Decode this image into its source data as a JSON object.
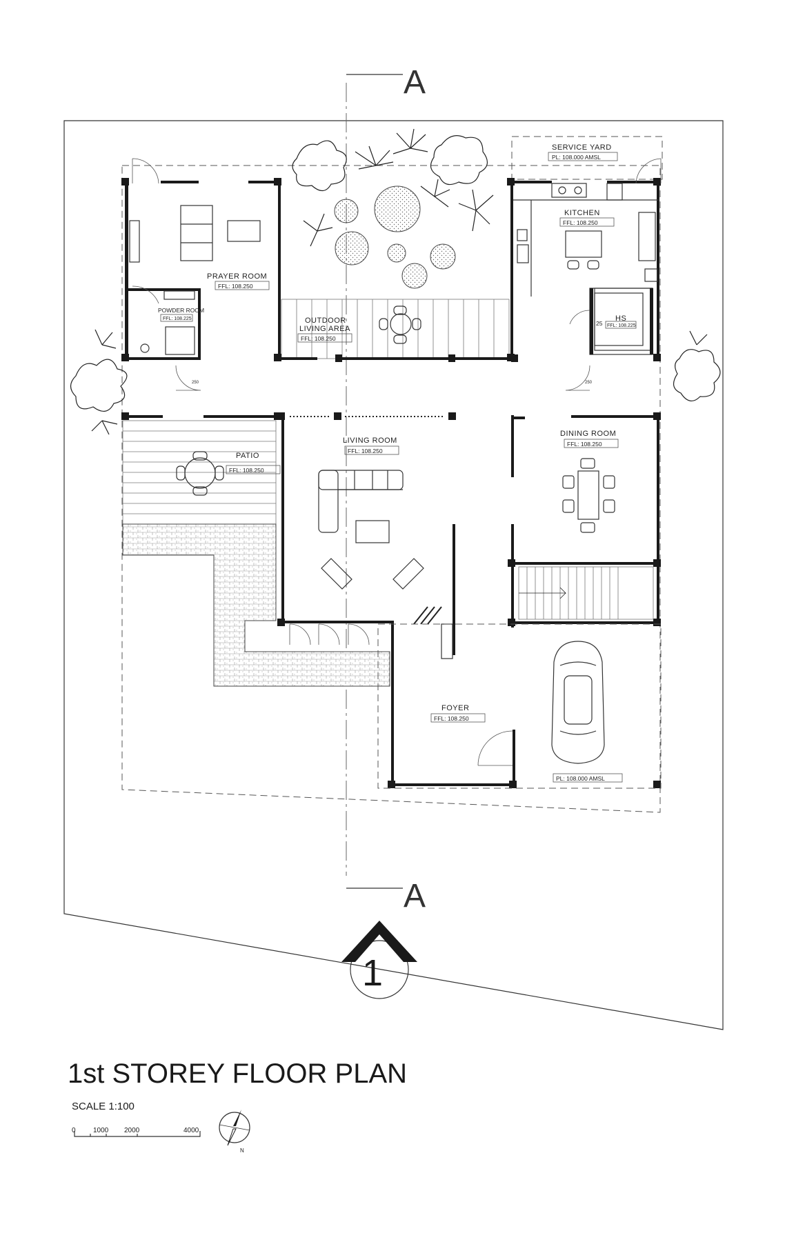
{
  "title": "1st STOREY FLOOR PLAN",
  "scale": "SCALE 1:100",
  "scale_bar_ticks": [
    "0",
    "1000",
    "2000",
    "4000"
  ],
  "section_marker": "A",
  "plan_number": "1",
  "north_label": "N",
  "rooms": {
    "service_yard": {
      "name": "SERVICE YARD",
      "level": "PL: 108.000 AMSL"
    },
    "kitchen": {
      "name": "KITCHEN",
      "level": "FFL: 108.250"
    },
    "prayer_room": {
      "name": "PRAYER ROOM",
      "level": "FFL: 108.250"
    },
    "powder_room": {
      "name": "POWDER ROOM",
      "level": "FFL: 108.225"
    },
    "outdoor_living": {
      "name_line1": "OUTDOOR",
      "name_line2": "LIVING AREA",
      "level": "FFL: 108.250"
    },
    "hs": {
      "name": "HS",
      "level": "FFL: 108.225",
      "note": "25"
    },
    "patio": {
      "name": "PATIO",
      "level": "FFL: 108.250"
    },
    "living_room": {
      "name": "LIVING ROOM",
      "level": "FFL: 108.250"
    },
    "dining_room": {
      "name": "DINING ROOM",
      "level": "FFL: 108.250"
    },
    "foyer": {
      "name": "FOYER",
      "level": "FFL: 108.250"
    },
    "car_porch": {
      "level": "PL: 108.000 AMSL"
    }
  },
  "door_notes": {
    "left": "250",
    "right": "250"
  }
}
